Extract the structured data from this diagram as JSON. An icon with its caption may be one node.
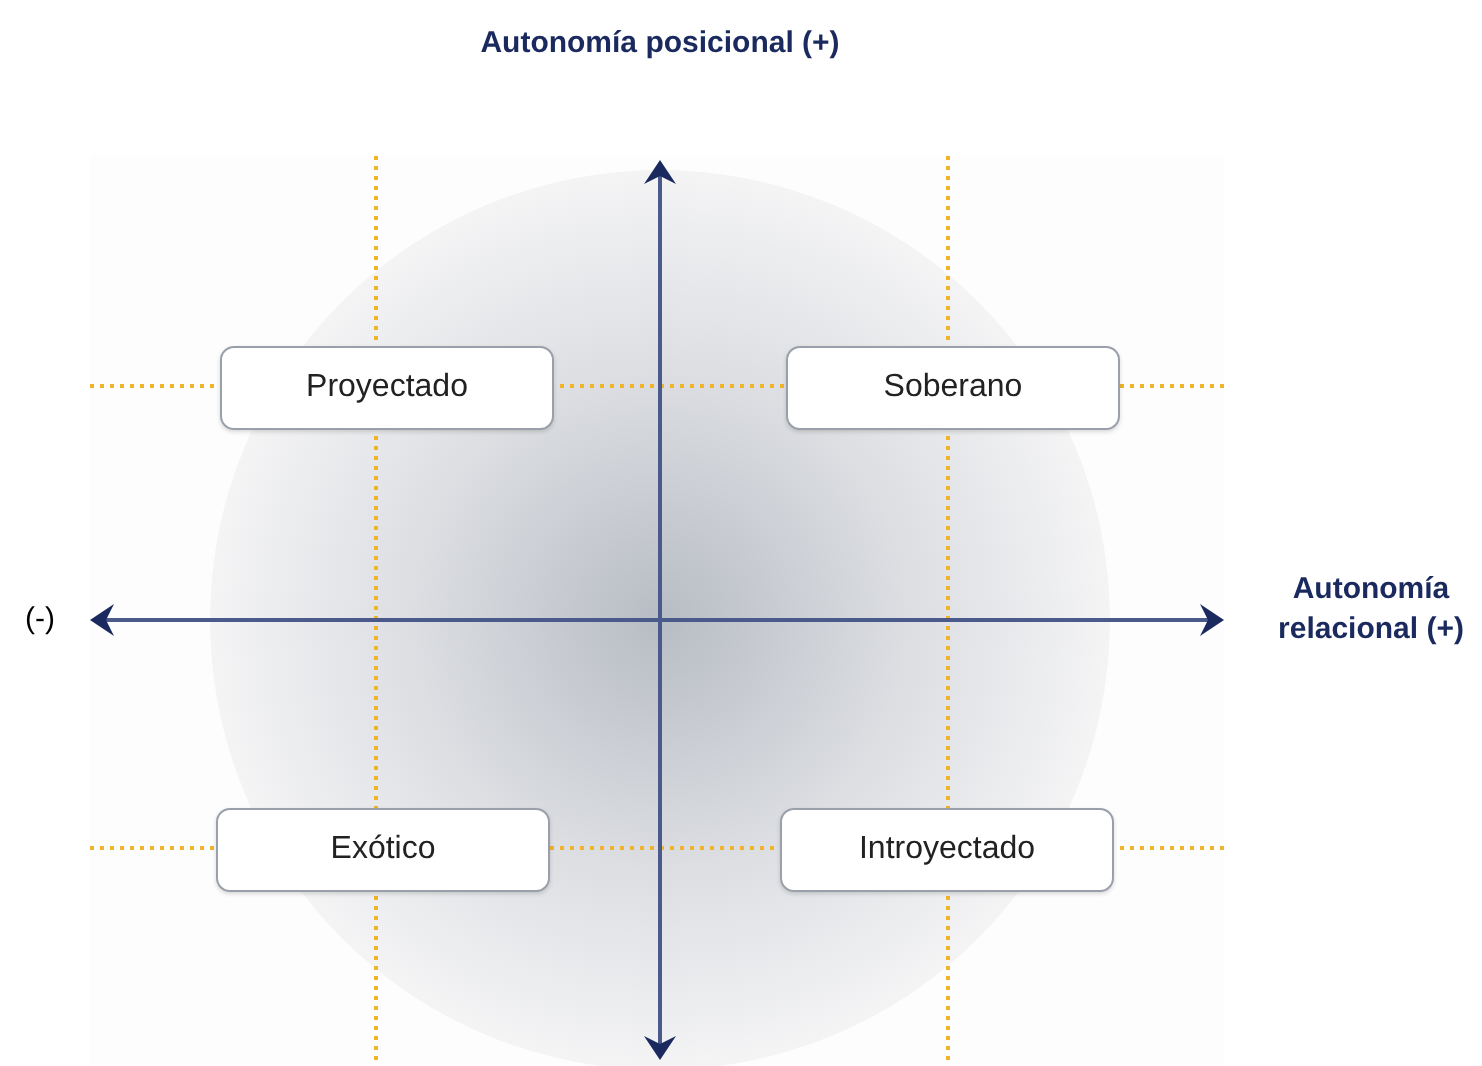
{
  "diagram": {
    "nodes": [
      {
        "text": [
          "Proyectado"
        ]
      },
      {
        "text": [
          "Soberano"
        ]
      },
      {
        "text": [
          "Exótico"
        ]
      },
      {
        "text": [
          "Introyectado"
        ]
      }
    ],
    "labels": [
      "Autonomía posicional (+)",
      "(-)",
      "Autonomía relacional (+)"
    ]
  }
}
